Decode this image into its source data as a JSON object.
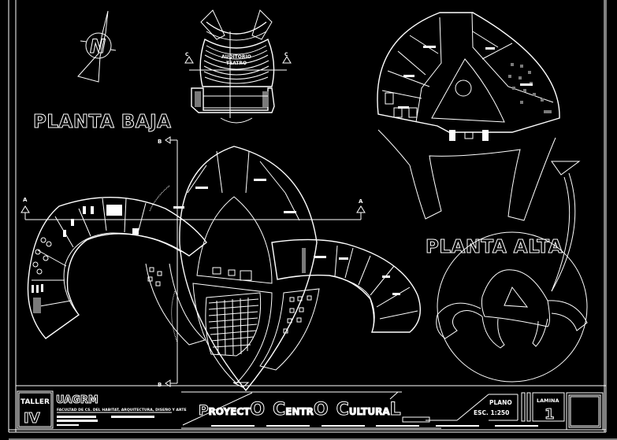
{
  "sheet": {
    "background": "#000000",
    "line_color": "#ffffff",
    "hatch_color": "#7a7a7a"
  },
  "north_arrow": {
    "letter": "N"
  },
  "labels": {
    "planta_baja": "PLANTA BAJA",
    "planta_alta": "PLANTA ALTA",
    "auditorio_line1": "AUDITORIO",
    "auditorio_line2": "TEATRO"
  },
  "section_markers": {
    "a": "A",
    "b": "B",
    "c": "C"
  },
  "title_block": {
    "taller_label": "TALLER",
    "taller_number": "IV",
    "institution": "UAGRM",
    "faculty_line": "FACULTAD DE CS. DEL HABITAT, ARQUITECTURA, DISEÑO Y ARTE",
    "project_title_p": "P",
    "project_title_rest1": "ROYECT",
    "project_title_o1": "O",
    "project_title_c": "C",
    "project_title_rest2": "ENTR",
    "project_title_o2": "O",
    "project_title_c2": "C",
    "project_title_rest3": "ULTURA",
    "project_title_l": "L",
    "plano_label": "PLANO",
    "scale": "ESC. 1:250",
    "lamina_label": "LAMINA",
    "lamina_number": "1"
  }
}
